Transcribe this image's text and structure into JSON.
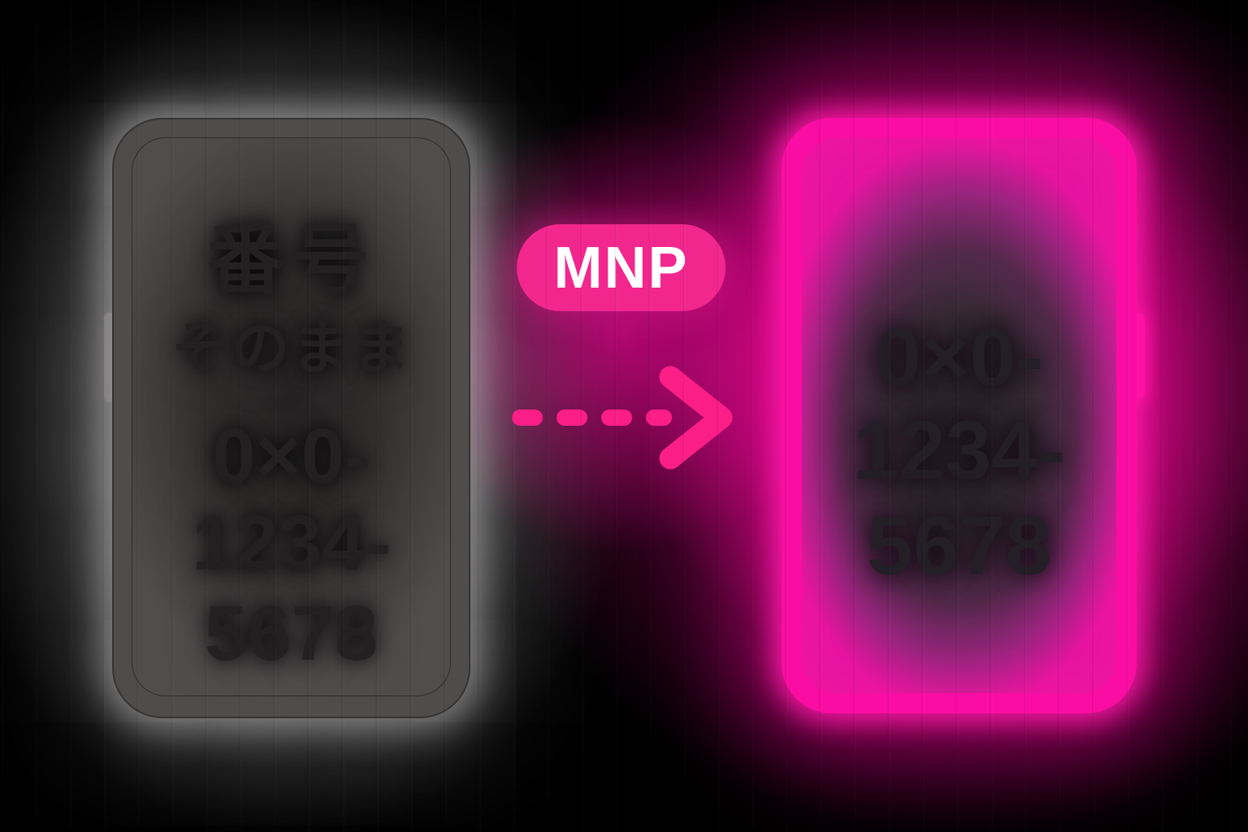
{
  "badge": {
    "label": "MNP"
  },
  "left_phone": {
    "keyword_line1": "番号",
    "keyword_line2": "そのまま",
    "number_line1": "0×0-",
    "number_line2": "1234-",
    "number_line3": "5678"
  },
  "right_phone": {
    "number_line1": "0×0-",
    "number_line2": "1234-",
    "number_line3": "5678"
  },
  "colors": {
    "background": "#000000",
    "badge_pink": "#F2278E",
    "badge_text": "#FFFFFF",
    "arrow_pink": "#FB1E86",
    "neon_frame_pink": "#FA0DA2",
    "glow_pink": "#FF0AA0",
    "phone_body_gray": "#4F4C4C",
    "white_glow": "#EBEBEB",
    "screen_text_dark": "#232021"
  }
}
